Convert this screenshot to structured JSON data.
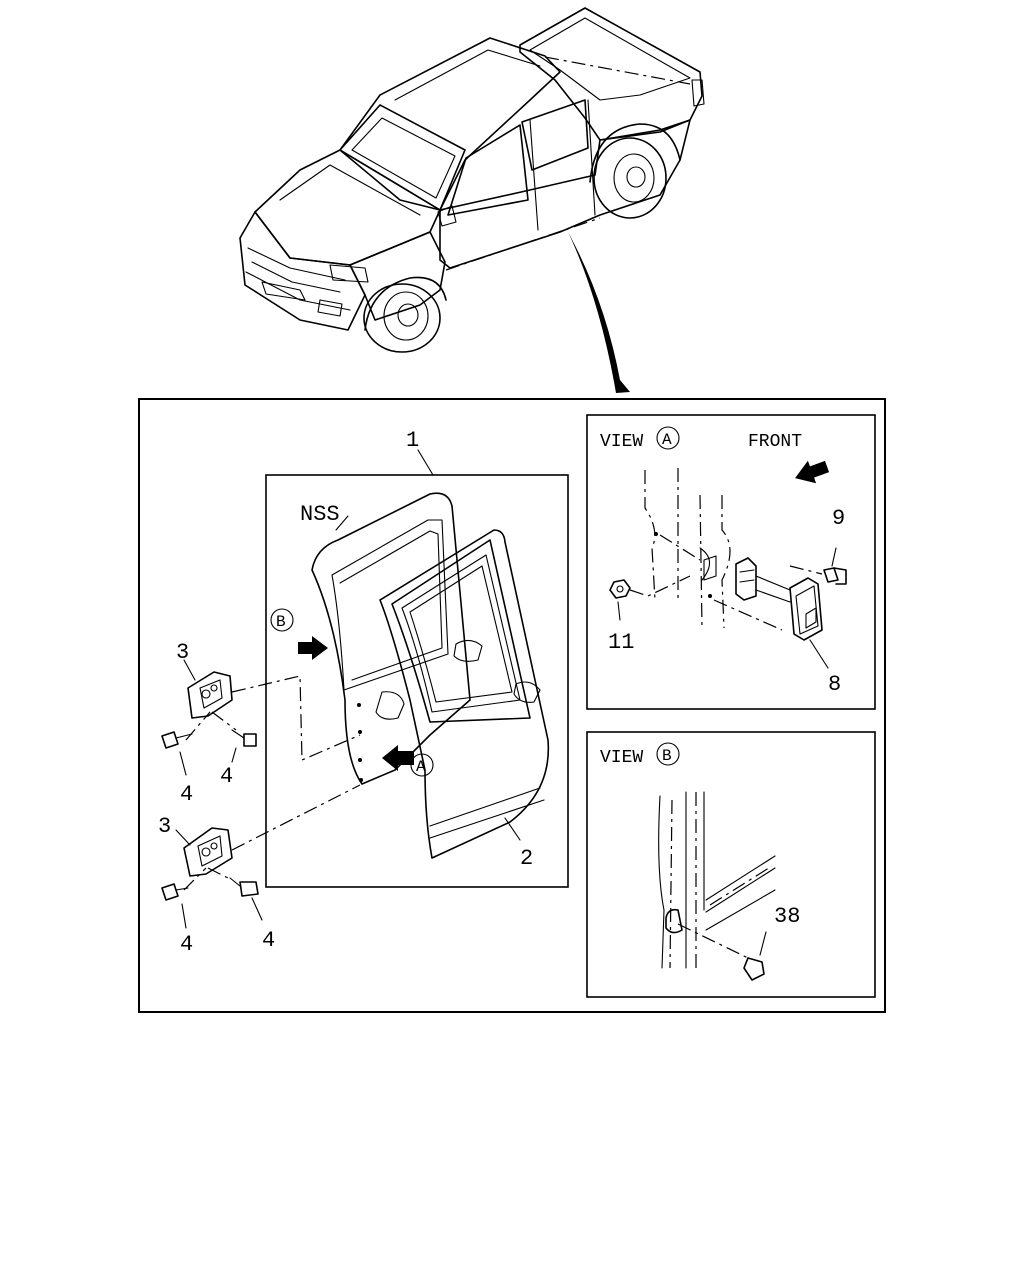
{
  "labels": {
    "door_assembly": "1",
    "door_outer_panel": "2",
    "hinge_upper": "3",
    "hinge_lower": "3",
    "bolt_a": "4",
    "bolt_b": "4",
    "bolt_c": "4",
    "bolt_d": "4",
    "checker": "8",
    "checker_bolt": "9",
    "checker_nut": "11",
    "plug": "38",
    "side": "NSS",
    "view_marker_a": "A",
    "view_marker_b": "B"
  },
  "view_a": {
    "prefix": "VIEW",
    "marker": "A",
    "direction": "FRONT"
  },
  "view_b": {
    "prefix": "VIEW",
    "marker": "B"
  },
  "icons": [
    "pickup-truck-illustration",
    "leader-arrow",
    "direction-arrow",
    "hinge",
    "bolt",
    "nut",
    "door-checker",
    "rubber-plug"
  ]
}
